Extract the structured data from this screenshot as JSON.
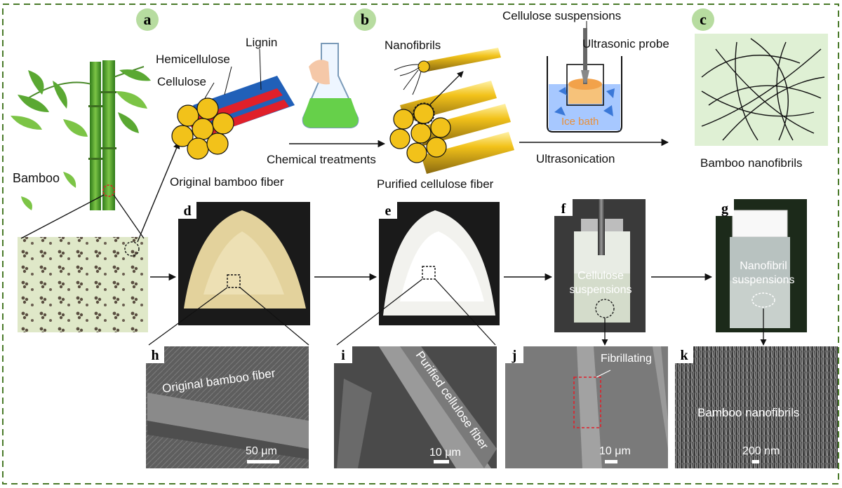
{
  "panel_letters": {
    "a": "a",
    "b": "b",
    "c": "c",
    "d": "d",
    "e": "e",
    "f": "f",
    "g": "g",
    "h": "h",
    "i": "i",
    "j": "j",
    "k": "k"
  },
  "labels": {
    "bamboo": "Bamboo",
    "lignin": "Lignin",
    "hemicellulose": "Hemicellulose",
    "cellulose": "Cellulose",
    "original_bamboo_fiber": "Original bamboo fiber",
    "nanofibrils": "Nanofibrils",
    "chemical_treatments": "Chemical treatments",
    "purified_cellulose_fiber": "Purified cellulose fiber",
    "cellulose_suspensions": "Cellulose suspensions",
    "ultrasonic_probe": "Ultrasonic probe",
    "ice_bath": "Ice bath",
    "ultrasonication": "Ultrasonication",
    "bamboo_nanofibrils": "Bamboo nanofibrils"
  },
  "photo_labels": {
    "f_line1": "Cellulose",
    "f_line2": "suspensions",
    "g_line1": "Nanofibril",
    "g_line2": "suspensions"
  },
  "sem": {
    "h_title": "Original bamboo fiber",
    "h_scale": "50 μm",
    "i_title": "Purified cellulose fiber",
    "i_scale": "10 μm",
    "j_title": "Fibrillating",
    "j_scale": "10 μm",
    "k_title": "Bamboo nanofibrils",
    "k_scale": "200 nm"
  },
  "colors": {
    "border_dashed": "#4a7a2a",
    "badge_green": "#b7dca0",
    "fiber_blue": "#2160b8",
    "lignin_red": "#e0202a",
    "cellulose_yellow": "#f2c21a",
    "bamboo_green": "#5aa832",
    "nanofibril_bg": "#dff0d4",
    "flask_liquid": "#66d04a",
    "ice_blue": "#3a78d8",
    "sem_gray": "#6a6a6a"
  }
}
